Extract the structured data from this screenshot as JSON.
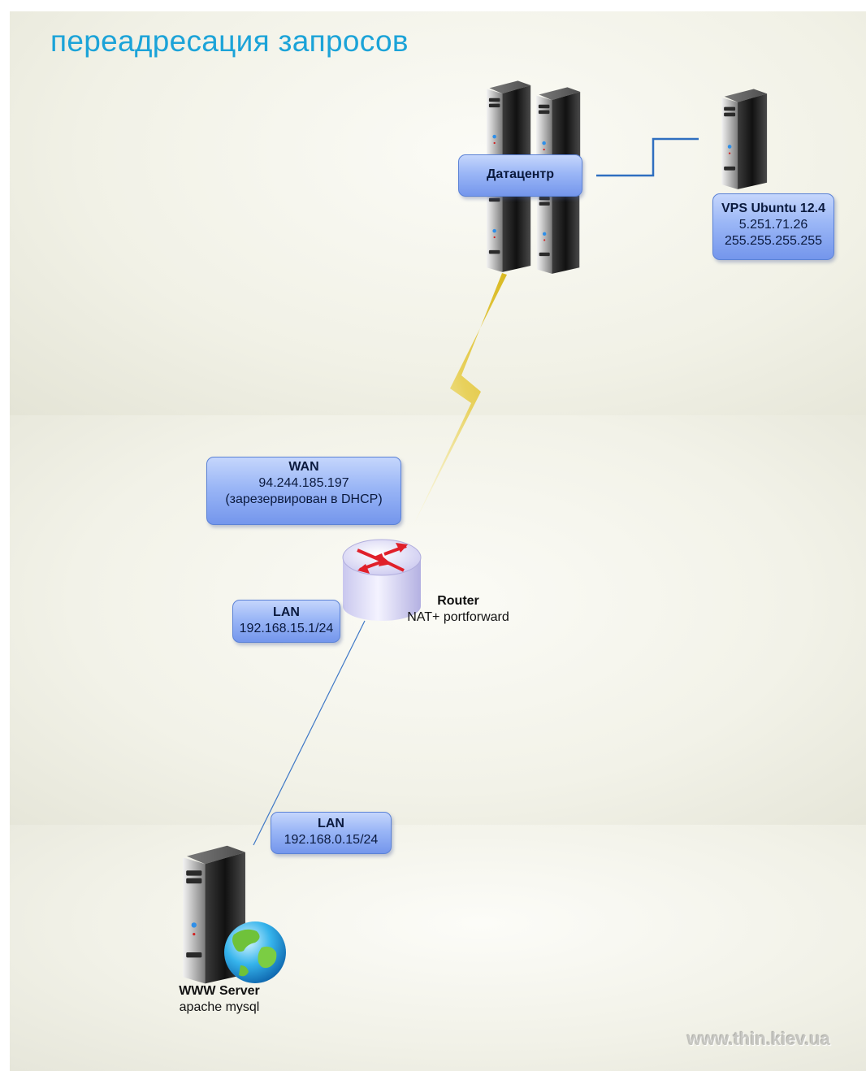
{
  "title": "переадресация запросов",
  "nodes": {
    "datacenter": {
      "label": "Датацентр"
    },
    "vps": {
      "title": "VPS Ubuntu 12.4",
      "ip": "5.251.71.26",
      "mask": "255.255.255.255"
    },
    "wan": {
      "title": "WAN",
      "ip": "94.244.185.197",
      "note": "(зарезервирован в DHCP)"
    },
    "router": {
      "title": "Router",
      "subtitle": "NAT+ portforward"
    },
    "lan_router": {
      "title": "LAN",
      "ip": "192.168.15.1/24"
    },
    "lan_server": {
      "title": "LAN",
      "ip": "192.168.0.15/24"
    },
    "www": {
      "title": "WWW Server",
      "subtitle": "apache mysql"
    }
  },
  "links": [
    {
      "from": "datacenter",
      "to": "vps",
      "type": "wired"
    },
    {
      "from": "datacenter",
      "to": "router",
      "type": "wan-lightning"
    },
    {
      "from": "router",
      "to": "www",
      "type": "lan"
    }
  ],
  "colors": {
    "title": "#1ba3d8",
    "label_box": "#8aa9f2",
    "link": "#2f6fc0",
    "router_arrows": "#e0202a"
  },
  "watermark": "www.thin.kiev.ua"
}
